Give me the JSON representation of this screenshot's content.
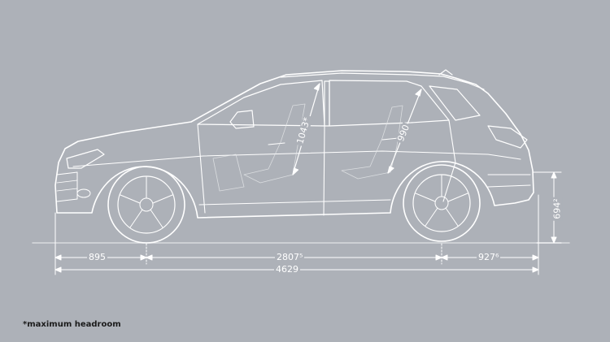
{
  "colors": {
    "background": "#adb1b8",
    "line": "#ffffff",
    "footnote": "#1b1b1b"
  },
  "dimensions": {
    "front_overhang": "895",
    "wheelbase": "2807⁵",
    "rear_overhang": "927⁶",
    "overall_length": "4629",
    "front_headroom": "1043*",
    "rear_headroom": "990",
    "ground_to_bumper": "694²"
  },
  "footnote": "*maximum headroom"
}
